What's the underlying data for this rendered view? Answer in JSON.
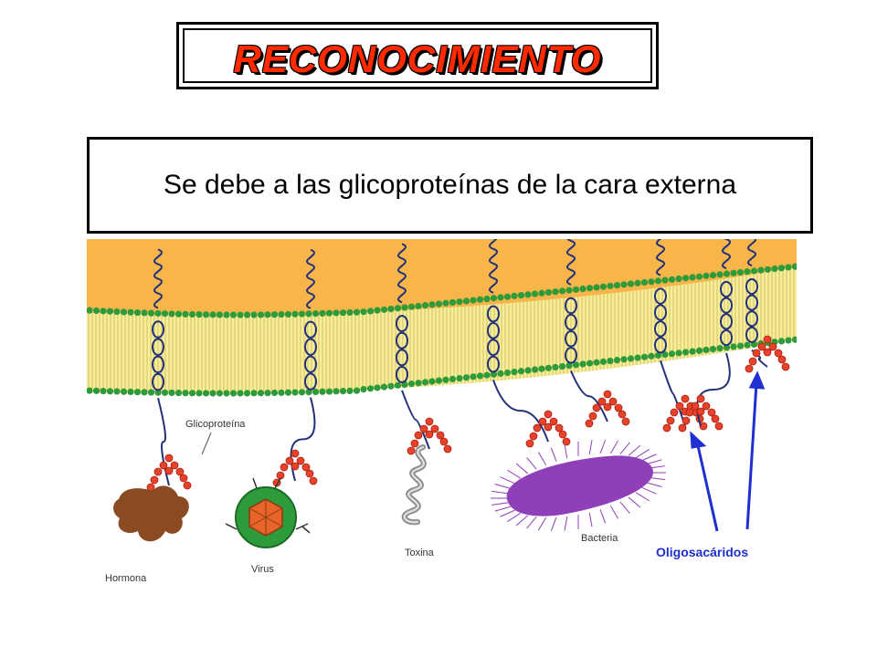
{
  "title": "RECONOCIMIENTO",
  "subtitle": "Se debe a las glicoproteínas de la cara externa",
  "diagram": {
    "labels": {
      "glycoprotein": "Glicoproteína",
      "hormone": "Hormona",
      "virus": "Virus",
      "toxin": "Toxina",
      "bacteria": "Bacteria",
      "oligosaccharides": "Oligosacáridos"
    },
    "colors": {
      "cytoplasm": "#f7b54a",
      "bilayer": "#f6ef9a",
      "lipid_heads": "#2f9a3a",
      "protein": "#23317a",
      "sugar": "#e8432a",
      "hormone": "#8a4a22",
      "virus": "#2e9b3a",
      "bacteria": "#8f3fb8",
      "arrow": "#1f2fd0"
    }
  }
}
